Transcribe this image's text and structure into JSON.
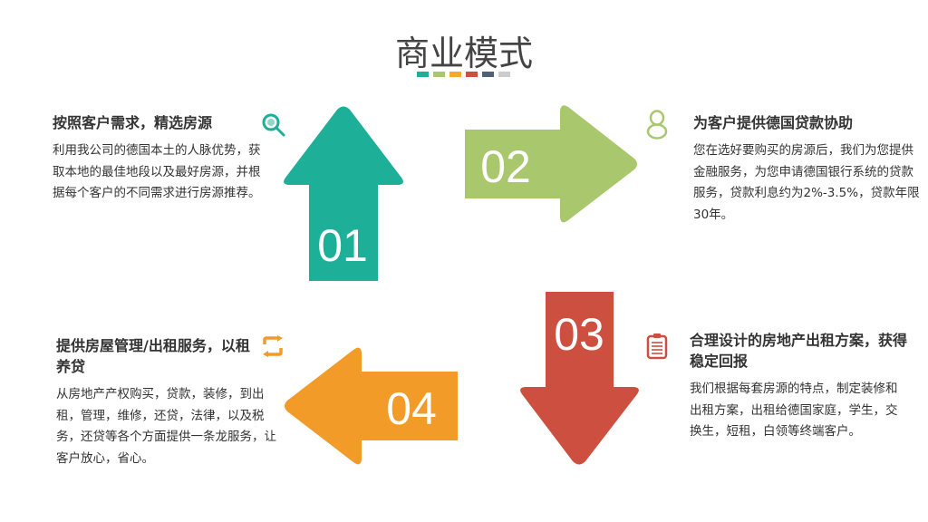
{
  "title": "商业模式",
  "colors": {
    "teal": "#1daf98",
    "green": "#a9c76c",
    "orange": "#f29b28",
    "red": "#cc4f3f",
    "slate": "#4f6079",
    "gray": "#cccccc"
  },
  "steps": [
    {
      "number": "01",
      "title": "按照客户需求，精选房源",
      "body": "利用我公司的德国本土的人脉优势，获取本地的最佳地段以及最好房源，并根据每个客户的不同需求进行房源推荐。",
      "icon": "search-icon"
    },
    {
      "number": "02",
      "title": "为客户提供德国贷款协助",
      "body": "您在选好要购买的房源后，我们为您提供金融服务，为您申请德国银行系统的贷款服务，贷款利息约为2%-3.5%，贷款年限30年。",
      "icon": "person-icon"
    },
    {
      "number": "03",
      "title": "合理设计的房地产出租方案，获得稳定回报",
      "body": "我们根据每套房源的特点，制定装修和出租方案，出租给德国家庭，学生，交换生，短租，白领等终端客户。",
      "icon": "clipboard-icon"
    },
    {
      "number": "04",
      "title": "提供房屋管理/出租服务，以租养贷",
      "body": "从房地产产权购买，贷款，装修，到出租，管理，维修，还贷，法律，以及税务，还贷等各个方面提供一条龙服务，让客户放心，省心。",
      "icon": "refresh-icon"
    }
  ]
}
